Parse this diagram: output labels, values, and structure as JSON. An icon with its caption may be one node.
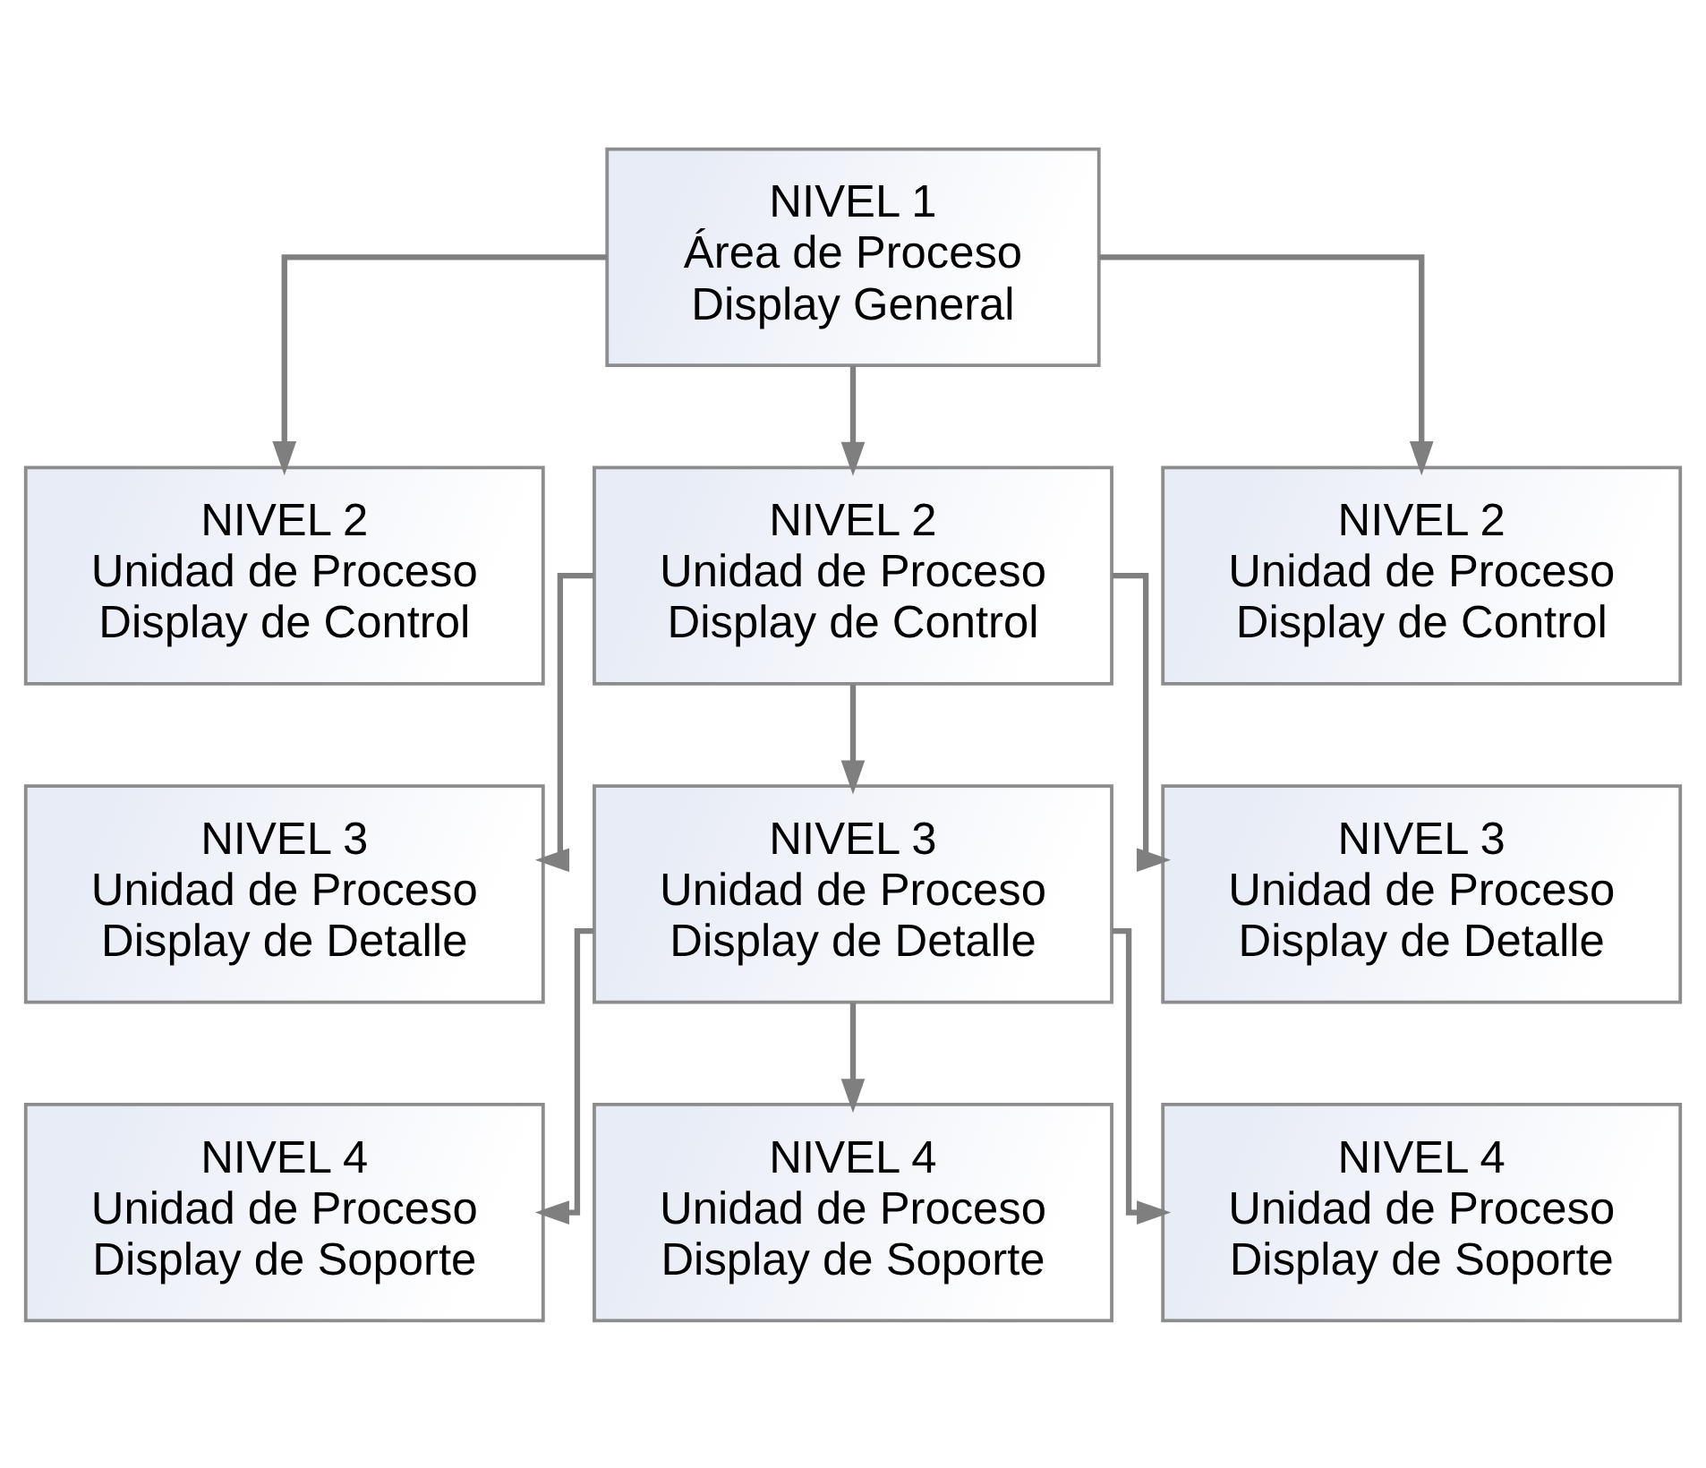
{
  "diagram": {
    "nodes": [
      {
        "text": [
          "NIVEL 1",
          "Área de Proceso",
          "Display General"
        ]
      },
      {
        "text": [
          "NIVEL 2",
          "Unidad de Proceso",
          "Display de Control"
        ]
      },
      {
        "text": [
          "NIVEL 2",
          "Unidad de Proceso",
          "Display de Control"
        ]
      },
      {
        "text": [
          "NIVEL 2",
          "Unidad de Proceso",
          "Display de Control"
        ]
      },
      {
        "text": [
          "NIVEL 3",
          "Unidad de Proceso",
          "Display de Detalle"
        ]
      },
      {
        "text": [
          "NIVEL 3",
          "Unidad de Proceso",
          "Display de Detalle"
        ]
      },
      {
        "text": [
          "NIVEL 3",
          "Unidad de Proceso",
          "Display de Detalle"
        ]
      },
      {
        "text": [
          "NIVEL 4",
          "Unidad de Proceso",
          "Display de Soporte"
        ]
      },
      {
        "text": [
          "NIVEL 4",
          "Unidad de Proceso",
          "Display de Soporte"
        ]
      },
      {
        "text": [
          "NIVEL 4",
          "Unidad de Proceso",
          "Display de Soporte"
        ]
      }
    ],
    "edges": [
      {
        "from": 0,
        "to": 1,
        "arrow": "to"
      },
      {
        "from": 0,
        "to": 2,
        "arrow": "to"
      },
      {
        "from": 0,
        "to": 3,
        "arrow": "to"
      },
      {
        "from": 2,
        "to": 4,
        "arrow": "to"
      },
      {
        "from": 2,
        "to": 5,
        "arrow": "to"
      },
      {
        "from": 2,
        "to": 6,
        "arrow": "to"
      },
      {
        "from": 5,
        "to": 7,
        "arrow": "to"
      },
      {
        "from": 5,
        "to": 8,
        "arrow": "to"
      },
      {
        "from": 5,
        "to": 9,
        "arrow": "to"
      }
    ]
  }
}
